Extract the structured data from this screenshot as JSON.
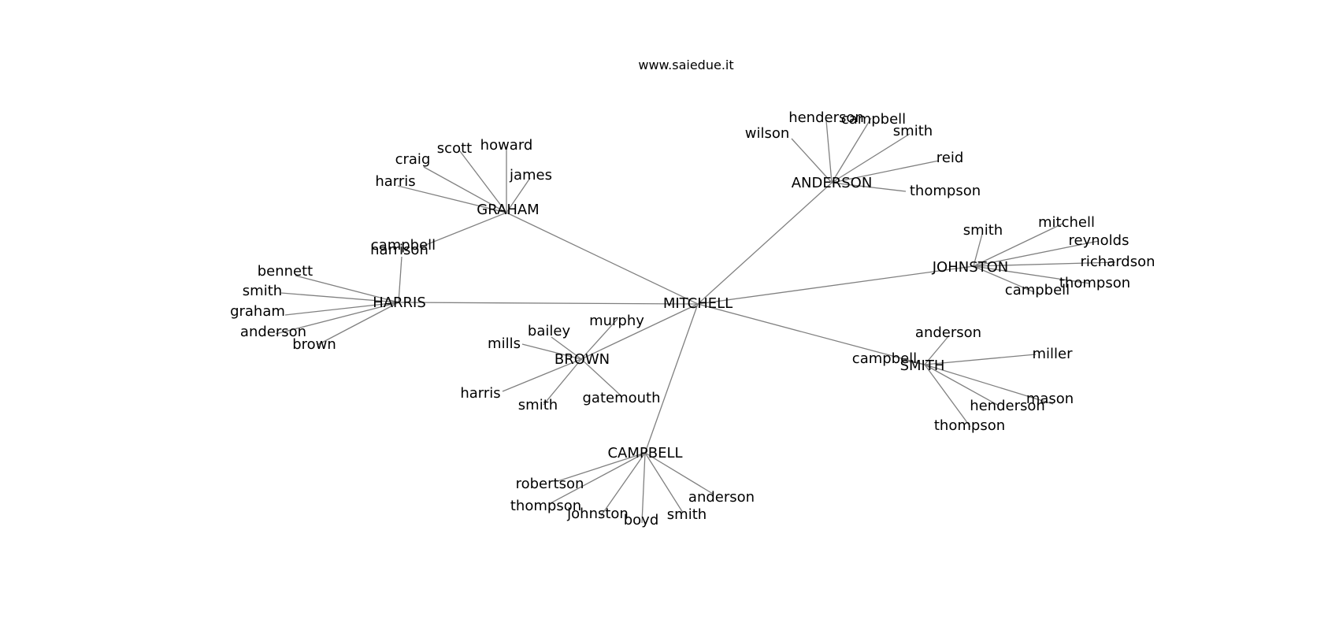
{
  "header": {
    "watermark": "www.saiedue.it"
  },
  "graph": {
    "root": "MITCHELL",
    "hubs": [
      {
        "id": "GRAHAM",
        "label": "GRAHAM",
        "children": [
          "craig",
          "scott",
          "howard",
          "james",
          "harris",
          "campbell"
        ]
      },
      {
        "id": "HARRIS",
        "label": "HARRIS",
        "children": [
          "harrison",
          "bennett",
          "smith",
          "graham",
          "anderson",
          "brown"
        ]
      },
      {
        "id": "BROWN",
        "label": "BROWN",
        "children": [
          "bailey",
          "murphy",
          "mills",
          "harris",
          "smith",
          "gatemouth"
        ]
      },
      {
        "id": "CAMPBELL",
        "label": "CAMPBELL",
        "children": [
          "robertson",
          "thompson",
          "johnston",
          "boyd",
          "smith",
          "anderson"
        ]
      },
      {
        "id": "SMITH",
        "label": "SMITH",
        "children": [
          "anderson",
          "campbell",
          "miller",
          "mason",
          "henderson",
          "thompson"
        ]
      },
      {
        "id": "JOHNSTON",
        "label": "JOHNSTON",
        "children": [
          "smith",
          "mitchell",
          "reynolds",
          "richardson",
          "thompson",
          "campbell"
        ]
      },
      {
        "id": "ANDERSON",
        "label": "ANDERSON",
        "children": [
          "wilson",
          "henderson",
          "campbell",
          "smith",
          "reid",
          "thompson"
        ]
      }
    ]
  }
}
